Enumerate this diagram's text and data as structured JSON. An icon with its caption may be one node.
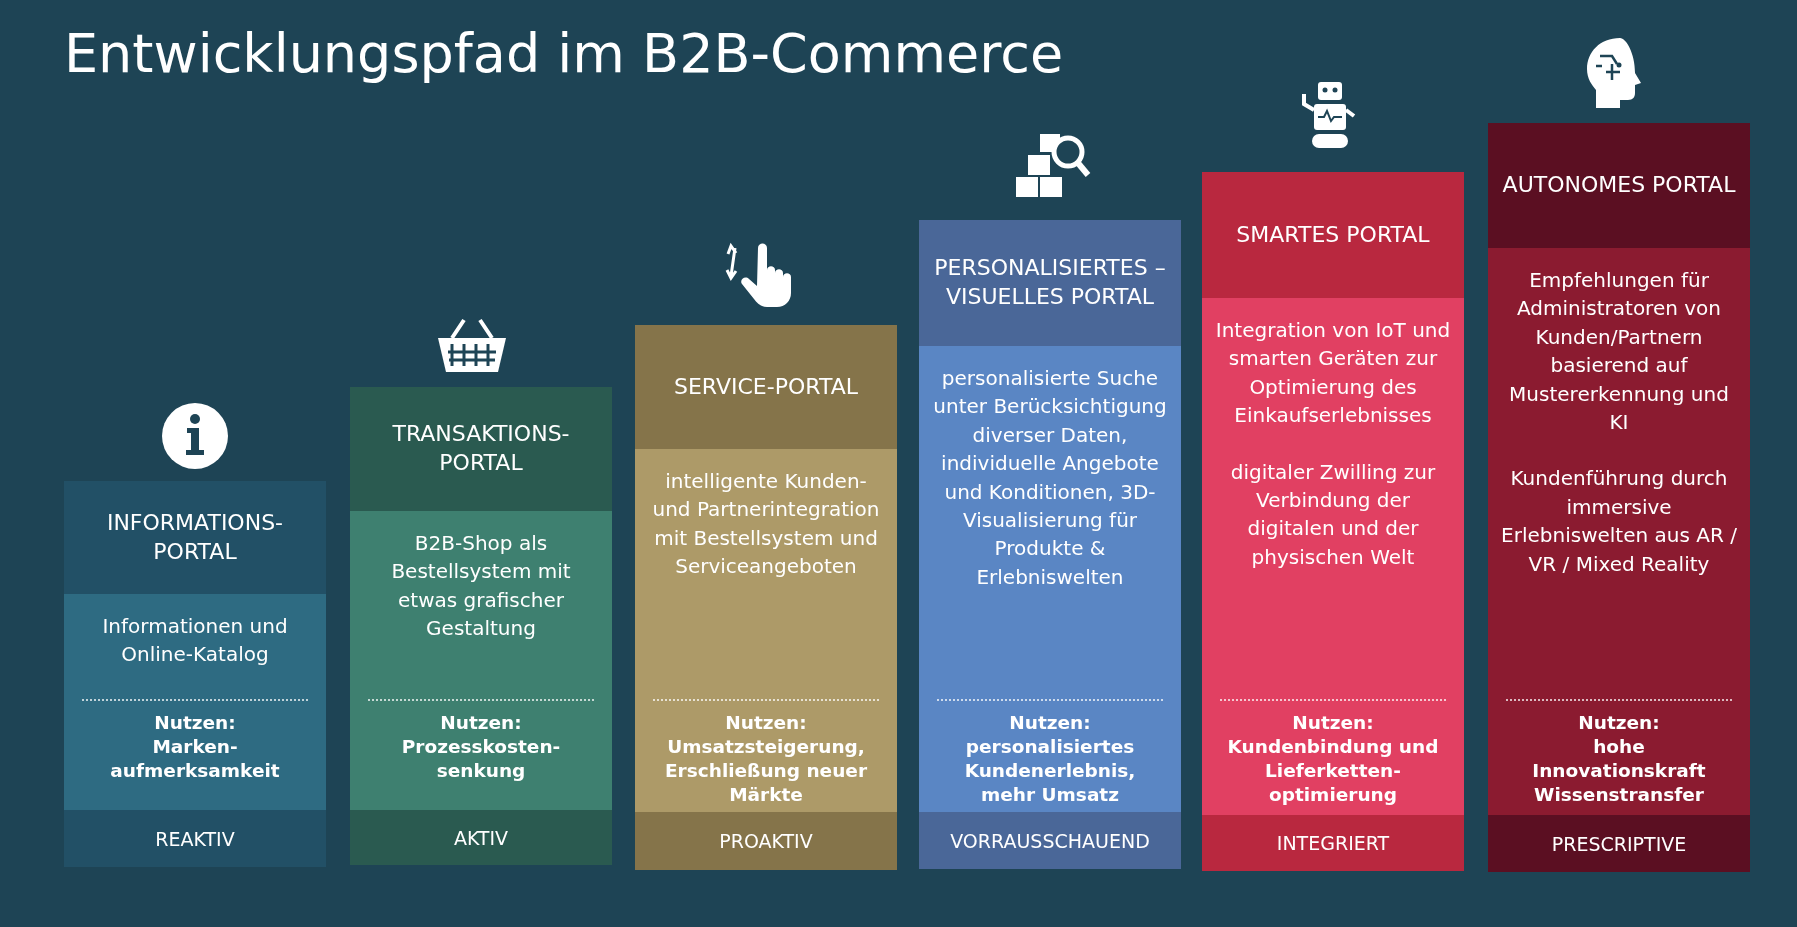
{
  "diagram": {
    "title": "Entwicklungspfad im B2B-Commerce",
    "nodes": [
      {
        "text": [
          "INFORMATIONS-PORTAL"
        ]
      },
      {
        "text": [
          "Informationen und Online-Katalog",
          "Nutzen:",
          "Marken-aufmerksamkeit"
        ]
      },
      {
        "text": [
          "REAKTIV"
        ]
      },
      {
        "text": [
          "TRANSAKTIONS-PORTAL"
        ]
      },
      {
        "text": [
          "B2B-Shop als Bestellsystem mit etwas grafischer Gestaltung",
          "Nutzen:",
          "Prozesskosten-senkung"
        ]
      },
      {
        "text": [
          "AKTIV"
        ]
      },
      {
        "text": [
          "SERVICE-PORTAL"
        ]
      },
      {
        "text": [
          "intelligente Kunden- und Partnerintegration mit Bestellsystem und Serviceangeboten",
          "Nutzen:",
          "Umsatzsteigerung, Erschließung neuer Märkte"
        ]
      },
      {
        "text": [
          "PROAKTIV"
        ]
      },
      {
        "text": [
          "PERSONALISIERTES – VISUELLES PORTAL"
        ]
      },
      {
        "text": [
          "personalisierte Suche unter Berücksichtigung diverser Daten, individuelle Angebote und Konditionen, 3D-Visualisierung für Produkte & Erlebniswelten",
          "Nutzen:",
          "personalisiertes Kundenerlebnis, mehr Umsatz"
        ]
      },
      {
        "text": [
          "VORRAUSSCHAUEND"
        ]
      },
      {
        "text": [
          "SMARTES PORTAL"
        ]
      },
      {
        "text": [
          "Integration von IoT und smarten Geräten zur Optimierung des Einkaufserlebnisses",
          "digitaler Zwilling zur Verbindung der digitalen und der physischen Welt",
          "Nutzen:",
          "Kundenbindung und Lieferketten-optimierung"
        ]
      },
      {
        "text": [
          "INTEGRIERT"
        ]
      },
      {
        "text": [
          "AUTONOMES PORTAL"
        ]
      },
      {
        "text": [
          "Empfehlungen für Administratoren von Kunden/Partnern basierend auf Mustererkennung und KI",
          "Kundenführung durch immersive Erlebniswelten aus AR / VR / Mixed Reality",
          "Nutzen:",
          "hohe Innovationskraft Wissenstransfer"
        ]
      },
      {
        "text": [
          "PRESCRIPTIVE"
        ]
      }
    ]
  }
}
